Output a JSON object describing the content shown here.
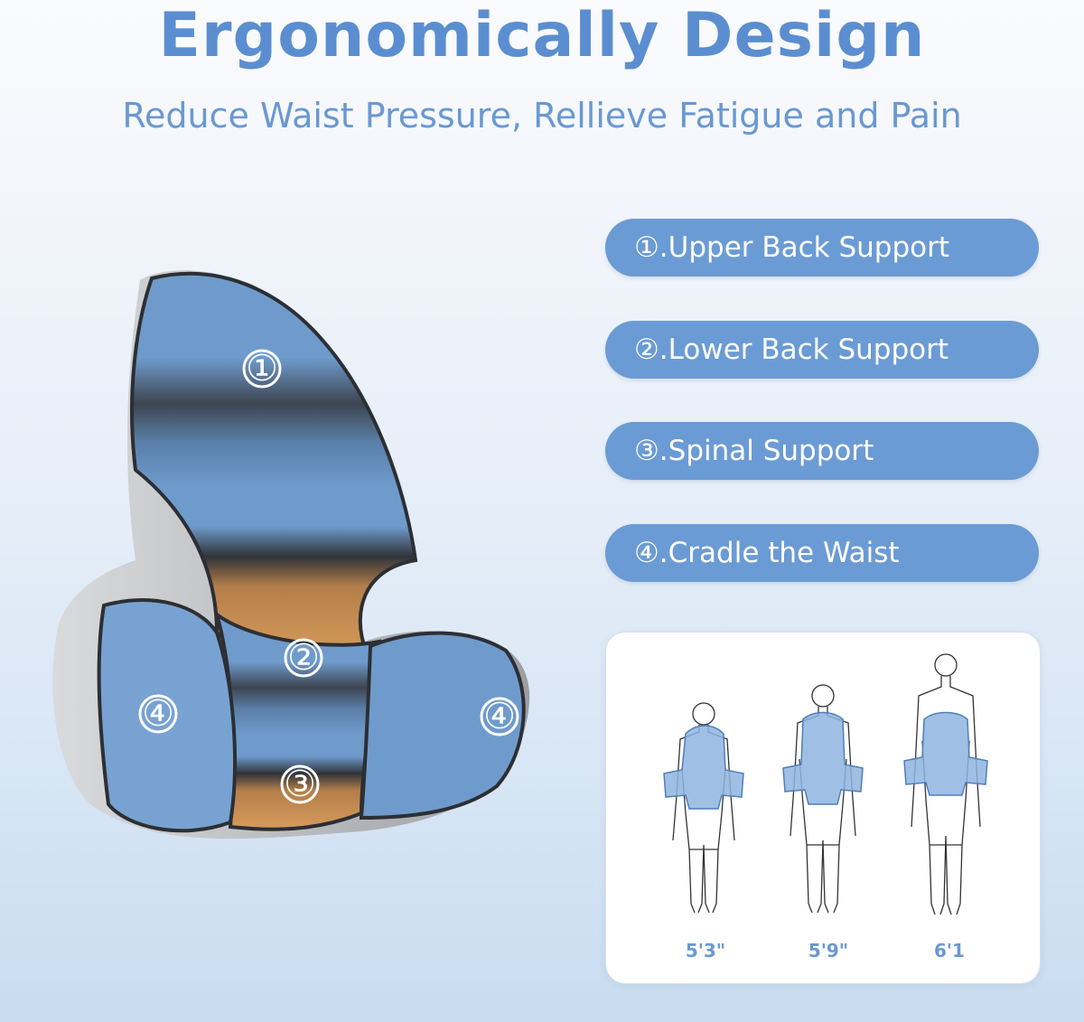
{
  "header": {
    "title": "Ergonomically Design",
    "subtitle": "Reduce Waist Pressure, Rellieve Fatigue and Pain"
  },
  "features": [
    {
      "label": "①.Upper Back Support"
    },
    {
      "label": "②.Lower Back Support"
    },
    {
      "label": "③.Spinal Support"
    },
    {
      "label": "④.Cradle the Waist"
    }
  ],
  "cushion_markers": {
    "m1": "①",
    "m2": "②",
    "m3": "③",
    "m4_left": "④",
    "m4_right": "④"
  },
  "heights": [
    {
      "label": "5'3\""
    },
    {
      "label": "5'9\""
    },
    {
      "label": "6'1"
    }
  ],
  "colors": {
    "accent": "#5b8ed0",
    "pill": "#6b9bd4",
    "cushion_blue": "#6f9bcc",
    "spine_orange": "#c98a4a"
  }
}
